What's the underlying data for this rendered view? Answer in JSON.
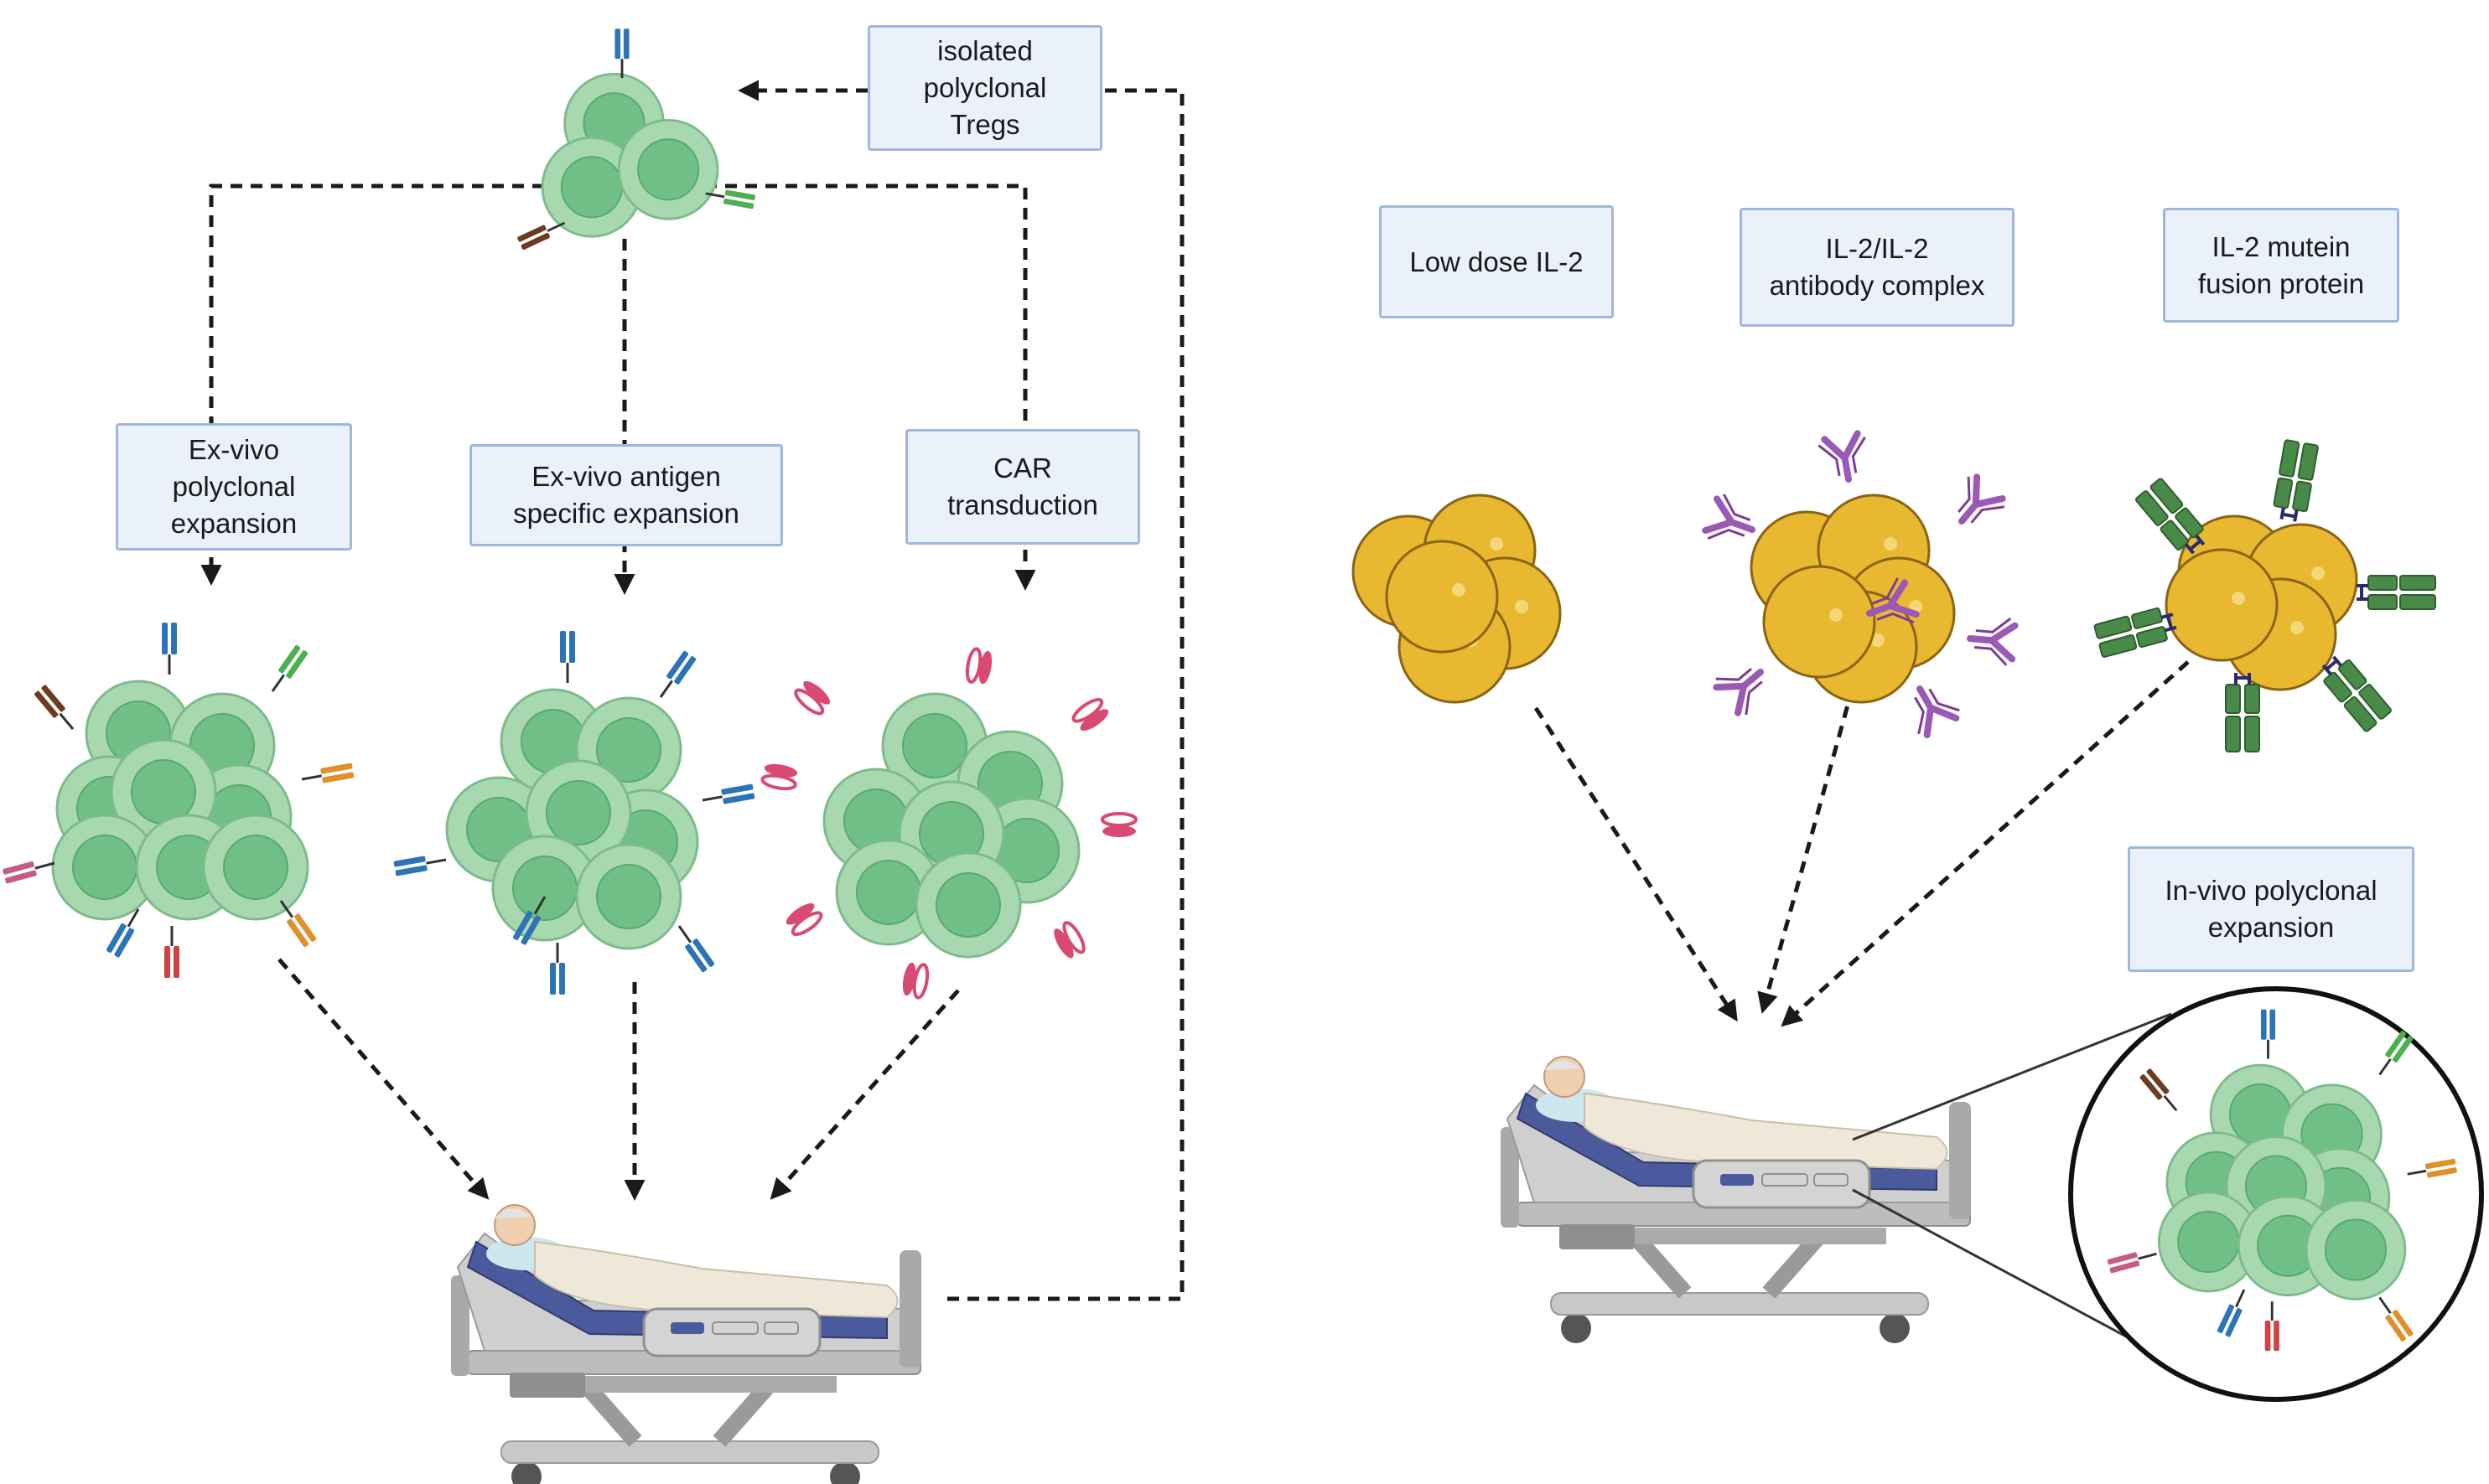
{
  "labels": {
    "isolated_tregs": "isolated\npolyclonal\nTregs",
    "ex_vivo_polyclonal": "Ex-vivo\npolyclonal\nexpansion",
    "ex_vivo_antigen": "Ex-vivo antigen\nspecific expansion",
    "car_transduction": "CAR\ntransduction",
    "low_dose_il2": "Low dose IL-2",
    "il2_antibody_complex": "IL-2/IL-2\nantibody complex",
    "il2_mutein": "IL-2 mutein\nfusion protein",
    "in_vivo_polyclonal": "In-vivo polyclonal\nexpansion"
  },
  "colors": {
    "treg_cell_fill": "#a8d8b0",
    "treg_nucleus": "#6fbf87",
    "il2_fill": "#e8b830",
    "antibody_purple": "#9b59b6",
    "fusion_green": "#4a8a48",
    "car_pink": "#d94a72",
    "tcr_blue": "#2c74b5",
    "tcr_green": "#4caf50",
    "tcr_brown": "#6d3b1f",
    "tcr_orange": "#e0902a",
    "tcr_red": "#d24040",
    "tcr_pink": "#c45c86",
    "bed_blue": "#4a5a9c",
    "bed_grey": "#b5b5b5",
    "arrow": "#1a1a1a",
    "box_fill": "#eaf1fb",
    "box_border": "#9fb7dd"
  },
  "icons": [
    "treg-cluster",
    "il2-cluster",
    "antibody",
    "car-receptor",
    "tcr-receptor",
    "hospital-bed-patient",
    "magnifier-circle"
  ]
}
